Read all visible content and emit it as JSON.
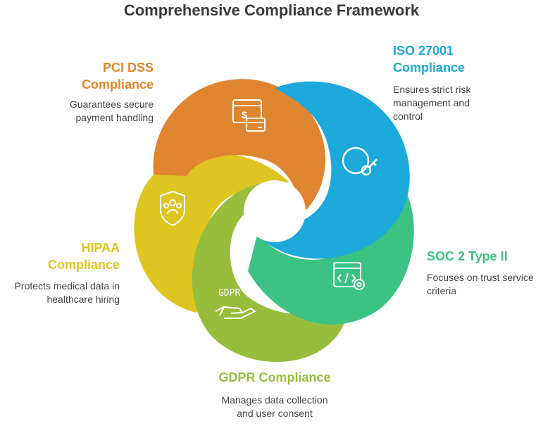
{
  "title": "Comprehensive Compliance Framework",
  "colors": {
    "pci": "#E0852F",
    "iso": "#1DA9DA",
    "soc": "#3CC384",
    "gdpr": "#97BD3D",
    "hipaa": "#DEC51F",
    "text": "#444444"
  },
  "items": [
    {
      "key": "pci",
      "title": "PCI DSS\nCompliance",
      "desc": "Guarantees secure\npayment handling",
      "icon": "payment-card-icon"
    },
    {
      "key": "iso",
      "title": "ISO 27001\nCompliance",
      "desc": "Ensures strict risk\nmanagement and\ncontrol",
      "icon": "key-icon"
    },
    {
      "key": "soc",
      "title": "SOC 2 Type II",
      "desc": "Focuses on trust service\ncriteria",
      "icon": "code-settings-icon"
    },
    {
      "key": "gdpr",
      "title": "GDPR Compliance",
      "desc": "Manages data collection\nand user consent",
      "icon": "gdpr-hand-icon",
      "icon_text": "GDPR"
    },
    {
      "key": "hipaa",
      "title": "HIPAA\nCompliance",
      "desc": "Protects medical data in\nhealthcare hiring",
      "icon": "shield-people-icon"
    }
  ]
}
